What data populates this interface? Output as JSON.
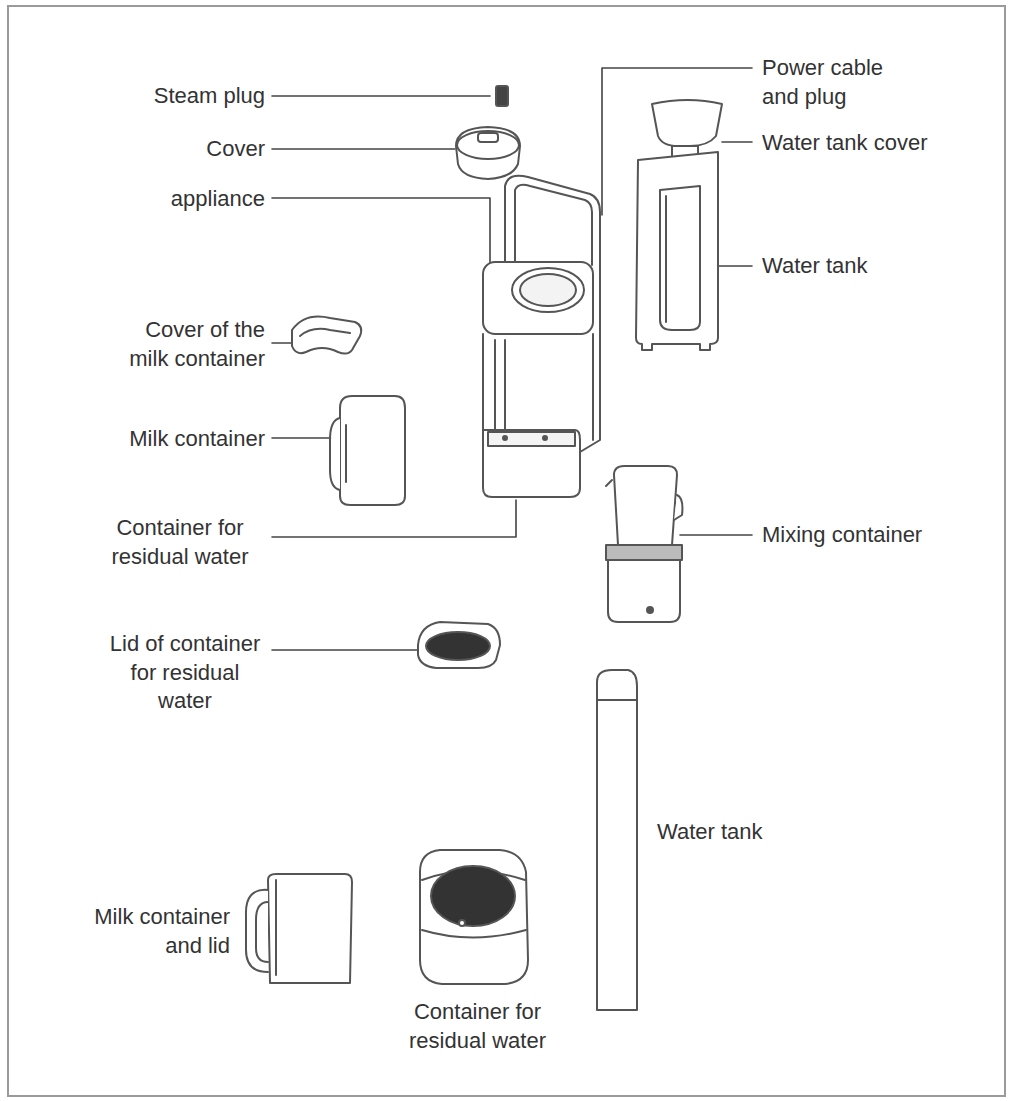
{
  "diagram": {
    "labels": [
      "Steam plug",
      "Cover",
      "appliance",
      "Cover of the milk container",
      "Milk container",
      "Container for residual water",
      "Lid of container for residual water",
      "Power cable and plug",
      "Water tank cover",
      "Water tank",
      "Mixing container",
      "Water tank",
      "Milk container and lid",
      "Container for residual water"
    ]
  }
}
